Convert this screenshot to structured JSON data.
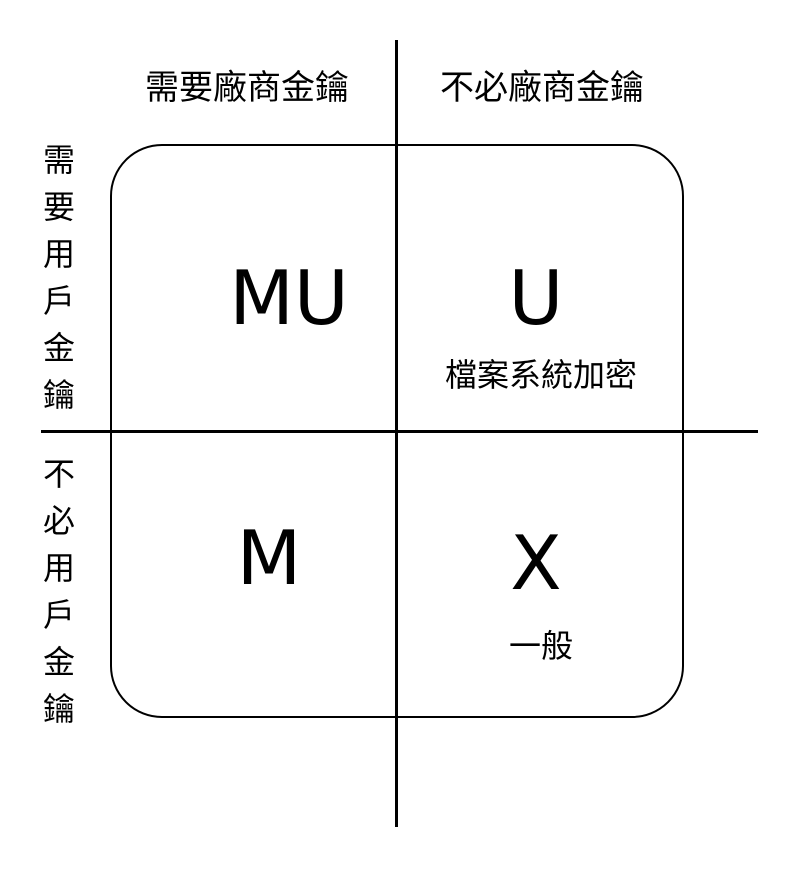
{
  "columns": [
    {
      "label": "需要廠商金鑰"
    },
    {
      "label": "不必廠商金鑰"
    }
  ],
  "rows": [
    {
      "label_chars": [
        "需",
        "要",
        "用",
        "戶",
        "金",
        "鑰"
      ],
      "label": "需要用戶金鑰"
    },
    {
      "label_chars": [
        "不",
        "必",
        "用",
        "戶",
        "金",
        "鑰"
      ],
      "label": "不必用戶金鑰"
    }
  ],
  "cells": {
    "top_left": {
      "code": "MU",
      "description": ""
    },
    "top_right": {
      "code": "U",
      "description": "檔案系統加密"
    },
    "bottom_left": {
      "code": "M",
      "description": ""
    },
    "bottom_right": {
      "code": "X",
      "description": "一般"
    }
  },
  "colors": {
    "line": "#000000",
    "background": "#ffffff",
    "text": "#000000"
  }
}
